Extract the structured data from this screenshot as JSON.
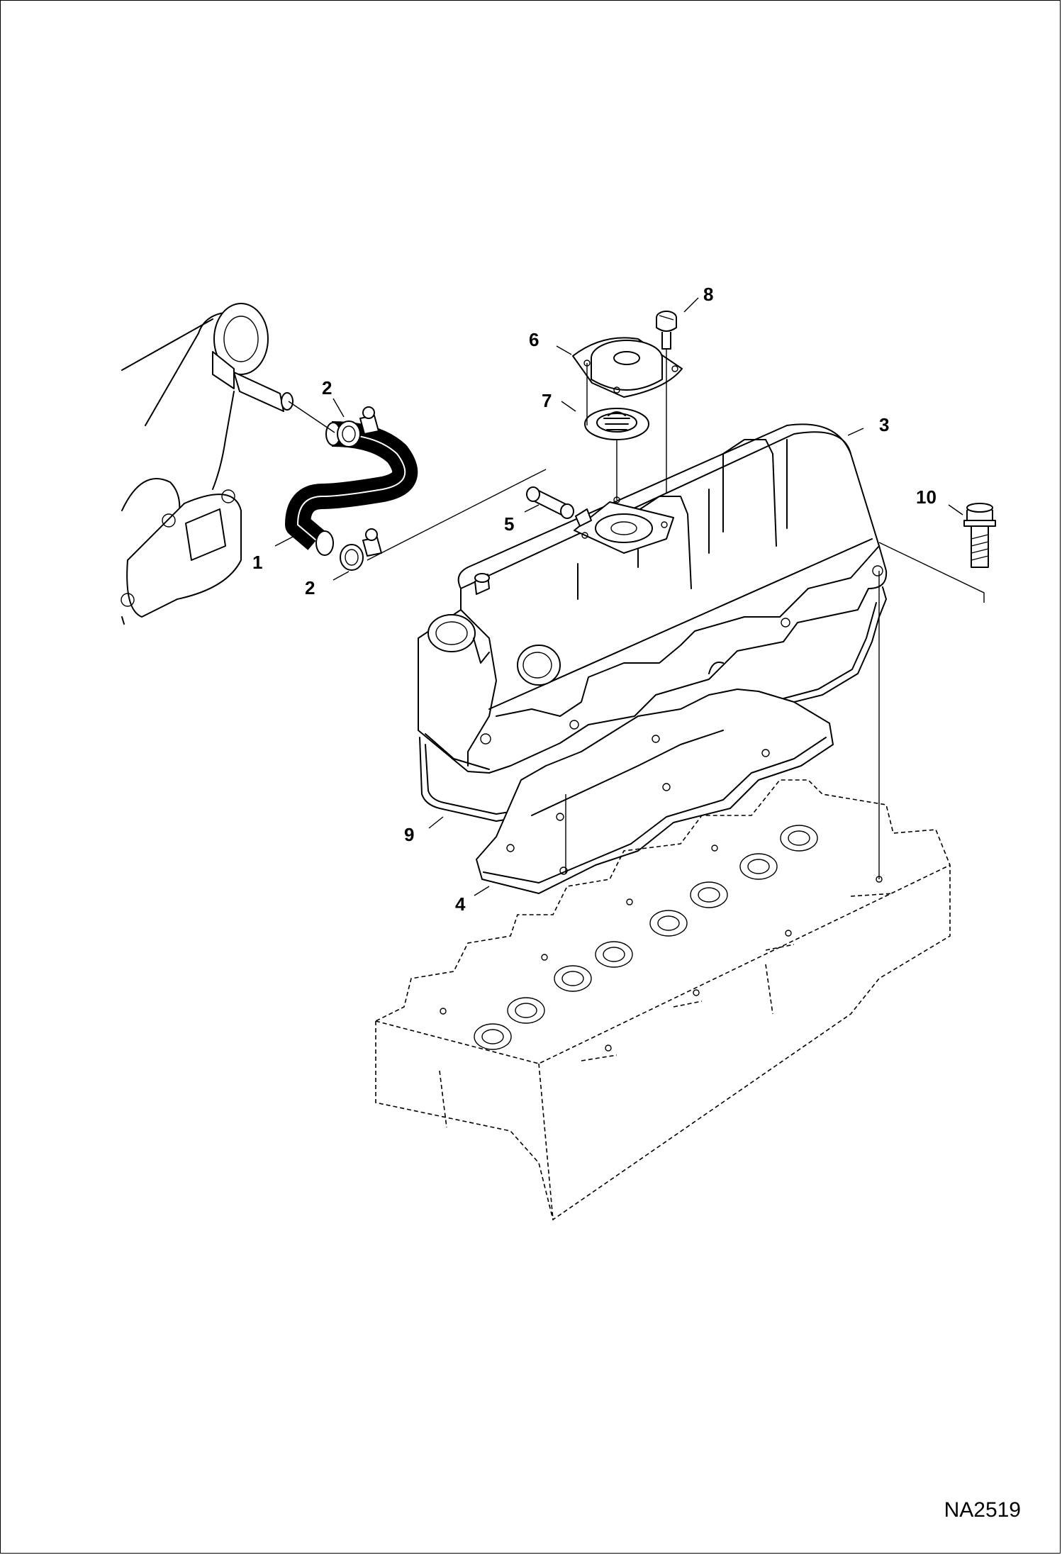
{
  "figure_code": "NA2519",
  "callouts": {
    "c1": "1",
    "c2a": "2",
    "c2b": "2",
    "c3": "3",
    "c4": "4",
    "c5": "5",
    "c6": "6",
    "c7": "7",
    "c8": "8",
    "c9": "9",
    "c10": "10"
  }
}
